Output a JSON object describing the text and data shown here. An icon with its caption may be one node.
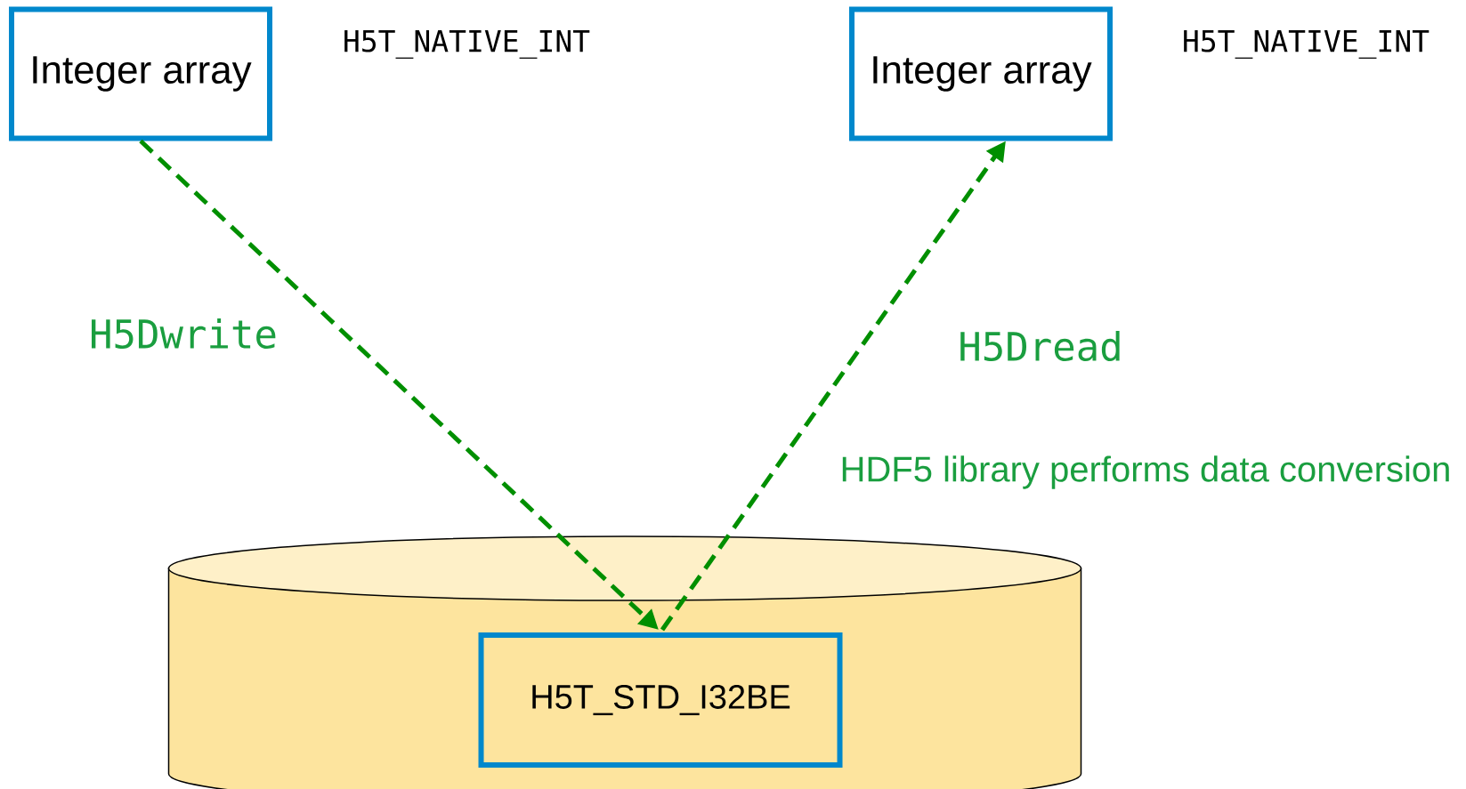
{
  "diagram": {
    "nodes": [
      {
        "text": [
          "Integer array"
        ],
        "beside": [
          "H5T_NATIVE_INT"
        ]
      },
      {
        "text": [
          "Integer array"
        ],
        "beside": [
          "H5T_NATIVE_INT"
        ]
      },
      {
        "text": [],
        "shape": "cylinder"
      },
      {
        "text": [
          "H5T_STD_I32BE"
        ],
        "in": 2
      }
    ],
    "edges": [
      {
        "from": 0,
        "to": 3,
        "arrow": "to",
        "style": "dashed",
        "label": "H5Dwrite"
      },
      {
        "from": 3,
        "to": 1,
        "arrow": "to",
        "style": "dashed",
        "label": "H5Dread"
      }
    ],
    "labels": [
      "HDF5 library performs data conversion"
    ]
  }
}
